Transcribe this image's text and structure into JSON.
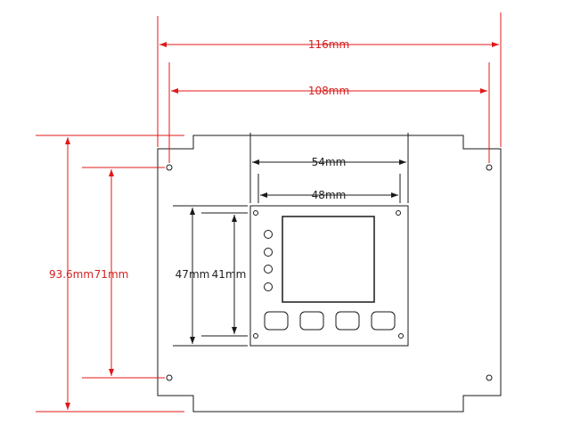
{
  "diagram": {
    "colors": {
      "outline": "#1a1a1a",
      "dimension": "#e01818",
      "dimension_text": "#d42020",
      "label_text": "#222222"
    },
    "dimensions": {
      "total_width": "116mm",
      "hole_spacing_width": "108mm",
      "total_height": "93.6mm",
      "hole_spacing_height": "71mm",
      "panel_width": "54mm",
      "panel_inner_width": "48mm",
      "panel_height": "47mm",
      "panel_inner_height": "41mm"
    },
    "panel": {
      "indicator_count": 4,
      "button_count": 4
    }
  }
}
